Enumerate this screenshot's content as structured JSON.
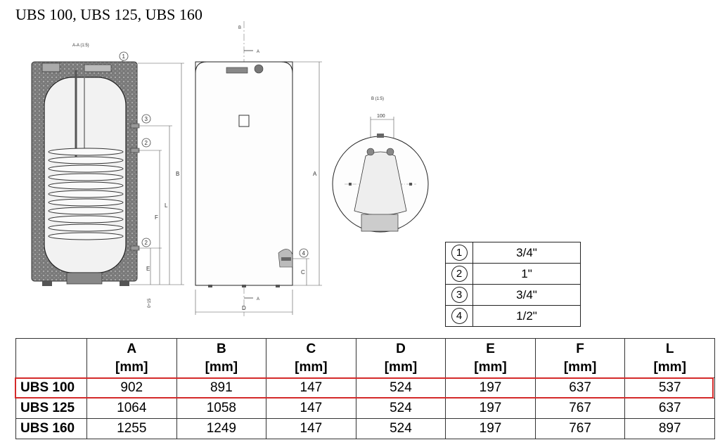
{
  "title": "UBS 100, UBS 125, UBS 160",
  "drawing": {
    "section_label": "A-A (1:5)",
    "detail_label": "B (1:5)",
    "detail_dim": "100",
    "labels": {
      "A": "A",
      "B": "B",
      "C": "C",
      "D": "D",
      "E": "E",
      "F": "F",
      "L": "L",
      "range": "0÷15"
    }
  },
  "connections": [
    {
      "num": "1",
      "size": "3/4\""
    },
    {
      "num": "2",
      "size": "1\""
    },
    {
      "num": "3",
      "size": "3/4\""
    },
    {
      "num": "4",
      "size": "1/2\""
    }
  ],
  "dimensions_table": {
    "columns": [
      {
        "letter": "A",
        "unit": "[mm]"
      },
      {
        "letter": "B",
        "unit": "[mm]"
      },
      {
        "letter": "C",
        "unit": "[mm]"
      },
      {
        "letter": "D",
        "unit": "[mm]"
      },
      {
        "letter": "E",
        "unit": "[mm]"
      },
      {
        "letter": "F",
        "unit": "[mm]"
      },
      {
        "letter": "L",
        "unit": "[mm]"
      }
    ],
    "rows": [
      {
        "model": "UBS 100",
        "values": [
          "902",
          "891",
          "147",
          "524",
          "197",
          "637",
          "537"
        ],
        "highlighted": true
      },
      {
        "model": "UBS 125",
        "values": [
          "1064",
          "1058",
          "147",
          "524",
          "197",
          "767",
          "637"
        ],
        "highlighted": false
      },
      {
        "model": "UBS 160",
        "values": [
          "1255",
          "1249",
          "147",
          "524",
          "197",
          "767",
          "897"
        ],
        "highlighted": false
      }
    ],
    "highlight_color": "#d42a2a"
  }
}
